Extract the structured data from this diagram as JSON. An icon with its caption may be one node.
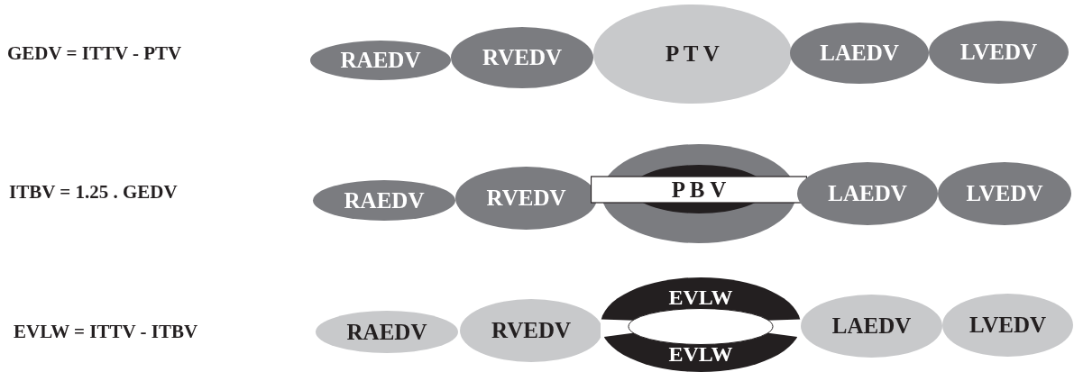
{
  "diagram": {
    "nodes": [
      {
        "text": [
          "RAEDV"
        ]
      },
      {
        "text": [
          "RVEDV"
        ]
      },
      {
        "text": [
          "P T V"
        ]
      },
      {
        "text": [
          "LAEDV"
        ]
      },
      {
        "text": [
          "LVEDV"
        ]
      },
      {
        "text": [
          "RAEDV"
        ]
      },
      {
        "text": [
          "RVEDV"
        ]
      },
      {
        "text": [
          "P B V"
        ]
      },
      {
        "text": [
          "LAEDV"
        ]
      },
      {
        "text": [
          "LVEDV"
        ]
      },
      {
        "text": [
          "RAEDV"
        ]
      },
      {
        "text": [
          "RVEDV"
        ]
      },
      {
        "text": [
          "EVLW",
          "EVLW"
        ]
      },
      {
        "text": [
          "LAEDV"
        ]
      },
      {
        "text": [
          "LVEDV"
        ]
      }
    ],
    "labels": [
      "GEDV = ITTV - PTV",
      "ITBV = 1.25 . GEDV",
      "EVLW = ITTV - ITBV"
    ]
  }
}
